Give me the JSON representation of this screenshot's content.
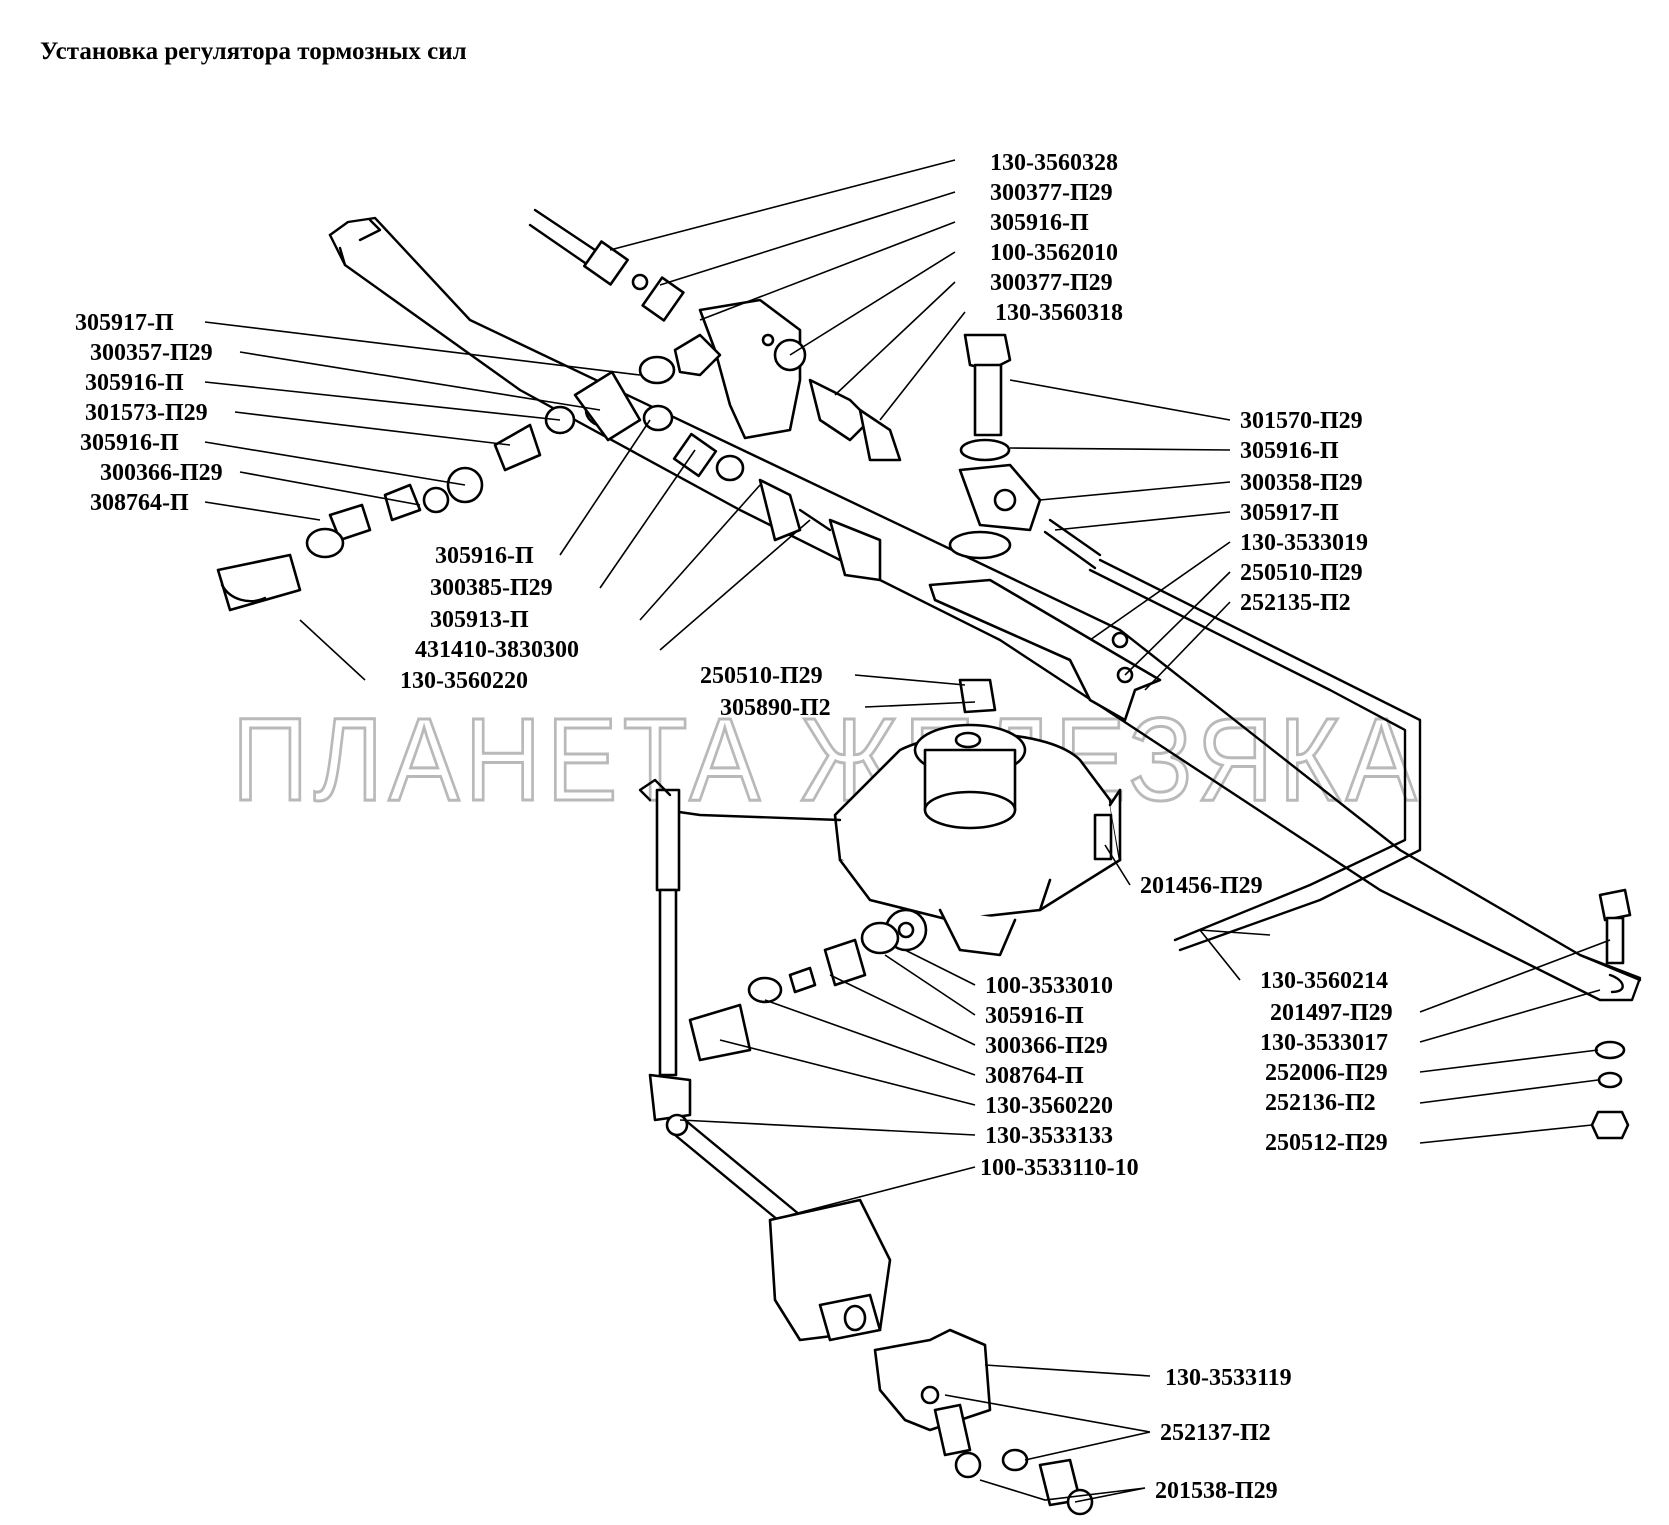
{
  "title": "Установка регулятора тормозных сил",
  "watermark": "ПЛАНЕТА ЖЕЛЕЗЯКА",
  "labels": [
    "130-3560328",
    "300377-П29",
    "305916-П",
    "100-3562010",
    "300377-П29",
    "130-3560318",
    "305917-П",
    "300357-П29",
    "305916-П",
    "301573-П29",
    "305916-П",
    "300366-П29",
    "308764-П",
    "301570-П29",
    "305916-П",
    "300358-П29",
    "305917-П",
    "130-3533019",
    "250510-П29",
    "252135-П2",
    "305916-П",
    "300385-П29",
    "305913-П",
    "431410-3830300",
    "130-3560220",
    "250510-П29",
    "305890-П2",
    "201456-П29",
    "100-3533010",
    "305916-П",
    "300366-П29",
    "308764-П",
    "130-3560220",
    "130-3533133",
    "100-3533110-10",
    "130-3560214",
    "201497-П29",
    "130-3533017",
    "252006-П29",
    "252136-П2",
    "250512-П29",
    "130-3533119",
    "252137-П2",
    "201538-П29"
  ]
}
